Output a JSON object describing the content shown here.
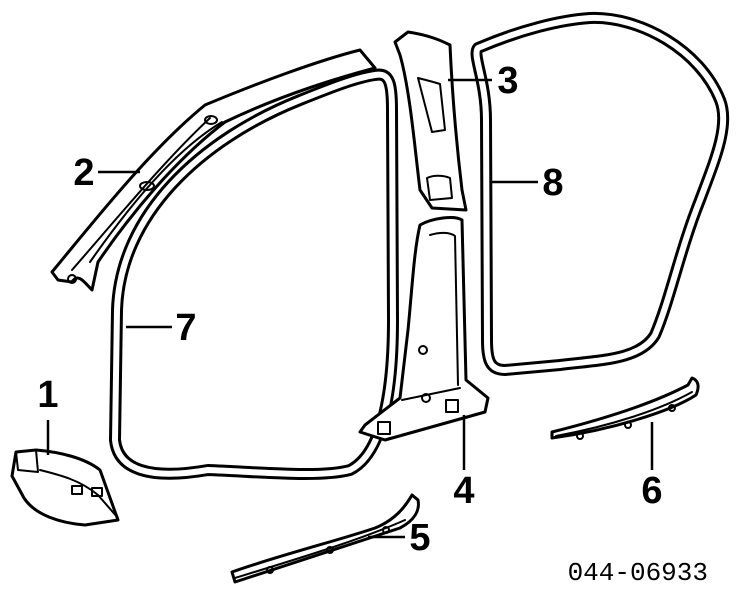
{
  "callouts": [
    {
      "id": "1",
      "label": "1"
    },
    {
      "id": "2",
      "label": "2"
    },
    {
      "id": "3",
      "label": "3"
    },
    {
      "id": "4",
      "label": "4"
    },
    {
      "id": "5",
      "label": "5"
    },
    {
      "id": "6",
      "label": "6"
    },
    {
      "id": "7",
      "label": "7"
    },
    {
      "id": "8",
      "label": "8"
    }
  ],
  "diagram_code": "044-06933"
}
